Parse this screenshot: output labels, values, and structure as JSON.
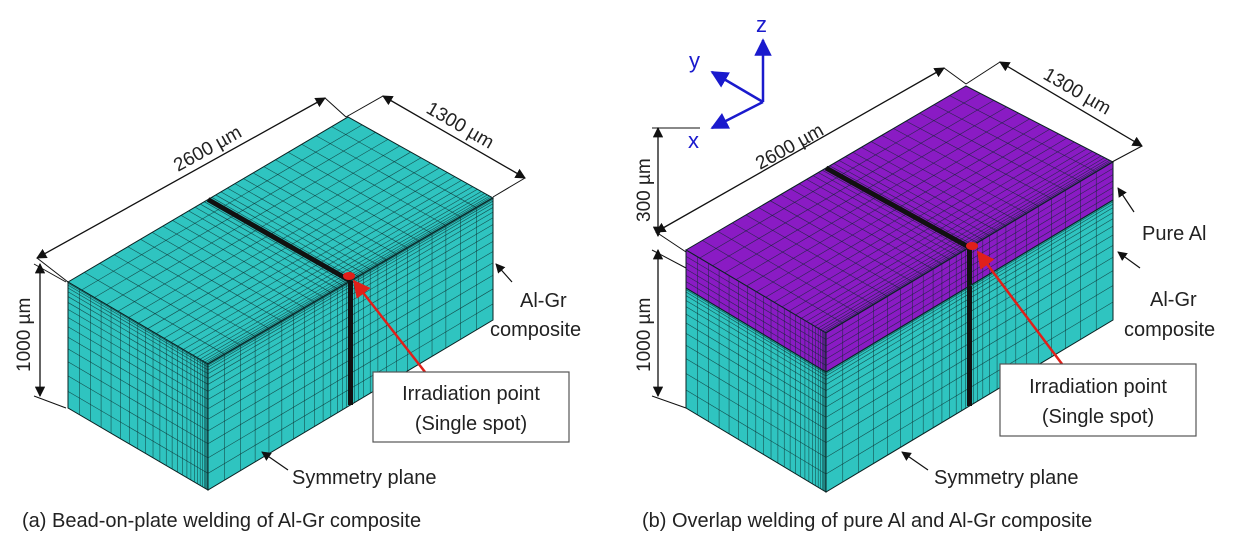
{
  "panel_a": {
    "caption": "(a) Bead-on-plate welding of Al-Gr composite",
    "length_label": "2600 µm",
    "width_label": "1300 µm",
    "height_label": "1000 µm",
    "material_label_line1": "Al-Gr",
    "material_label_line2": "composite",
    "irradiation_line1": "Irradiation point",
    "irradiation_line2": "(Single spot)",
    "symmetry_label": "Symmetry plane"
  },
  "panel_b": {
    "caption": "(b) Overlap welding of pure Al and Al-Gr composite",
    "length_label": "2600 µm",
    "width_label": "1300 µm",
    "top_height_label": "300 µm",
    "bottom_height_label": "1000 µm",
    "top_material_label": "Pure Al",
    "bottom_material_line1": "Al-Gr",
    "bottom_material_line2": "composite",
    "irradiation_line1": "Irradiation point",
    "irradiation_line2": "(Single spot)",
    "symmetry_label": "Symmetry plane"
  },
  "axes": {
    "x": "x",
    "y": "y",
    "z": "z"
  },
  "colors": {
    "composite": "#2fc4c0",
    "pure_al": "#8a1bc4",
    "mesh_line": "#0c2a2a",
    "axis": "#1a1acd",
    "irradiation": "#e0201a"
  }
}
